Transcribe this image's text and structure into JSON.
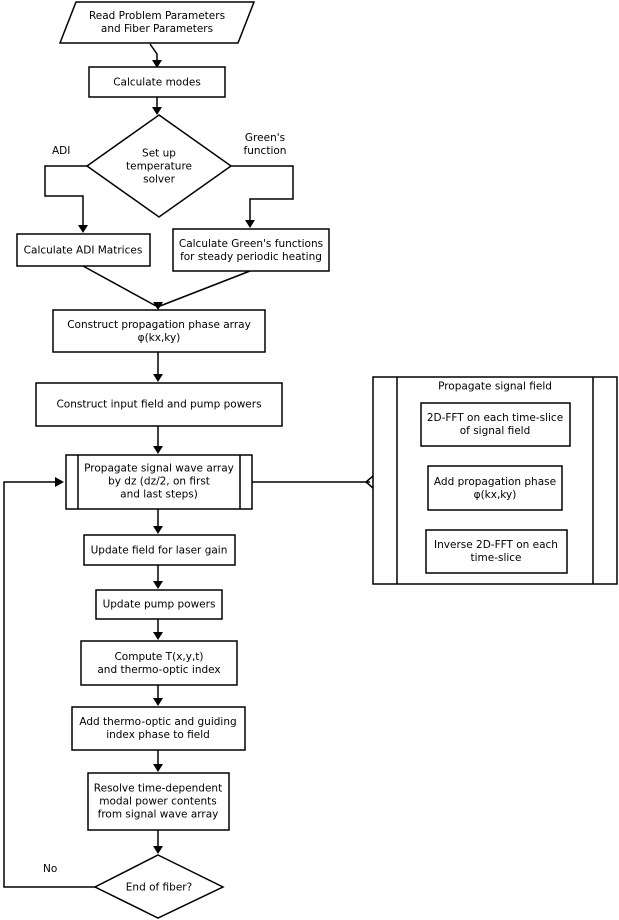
{
  "nodes": {
    "read_params": [
      "Read Problem Parameters",
      "and Fiber Parameters"
    ],
    "calc_modes": [
      "Calculate modes"
    ],
    "temp_solver": [
      "Set up",
      "temperature",
      "solver"
    ],
    "adi_matrices": [
      "Calculate ADI Matrices"
    ],
    "greens_calc": [
      "Calculate Green's functions",
      "for steady periodic heating"
    ],
    "phase_array": [
      "Construct propagation phase array",
      "φ(kx,ky)"
    ],
    "input_field": [
      "Construct input field and pump powers"
    ],
    "propagate": [
      "Propagate signal wave array",
      "by dz (dz/2, on first",
      "and last steps)"
    ],
    "laser_gain": [
      "Update field for laser gain"
    ],
    "pump_powers": [
      "Update pump powers"
    ],
    "compute_t": [
      "Compute T(x,y,t)",
      "and thermo-optic index"
    ],
    "add_phase": [
      "Add thermo-optic and guiding",
      "index phase to field"
    ],
    "resolve": [
      "Resolve time-dependent",
      "modal power contents",
      "from signal wave array"
    ],
    "end_fiber": [
      "End of fiber?"
    ],
    "sub_fft": [
      "2D-FFT on each time-slice",
      "of signal field"
    ],
    "sub_phase": [
      "Add propagation phase",
      "φ(kx,ky)"
    ],
    "sub_ifft": [
      "Inverse 2D-FFT on each",
      "time-slice"
    ]
  },
  "labels": {
    "adi": "ADI",
    "greens": [
      "Green's",
      "function"
    ],
    "no": "No",
    "subprocess_title": "Propagate signal field"
  }
}
